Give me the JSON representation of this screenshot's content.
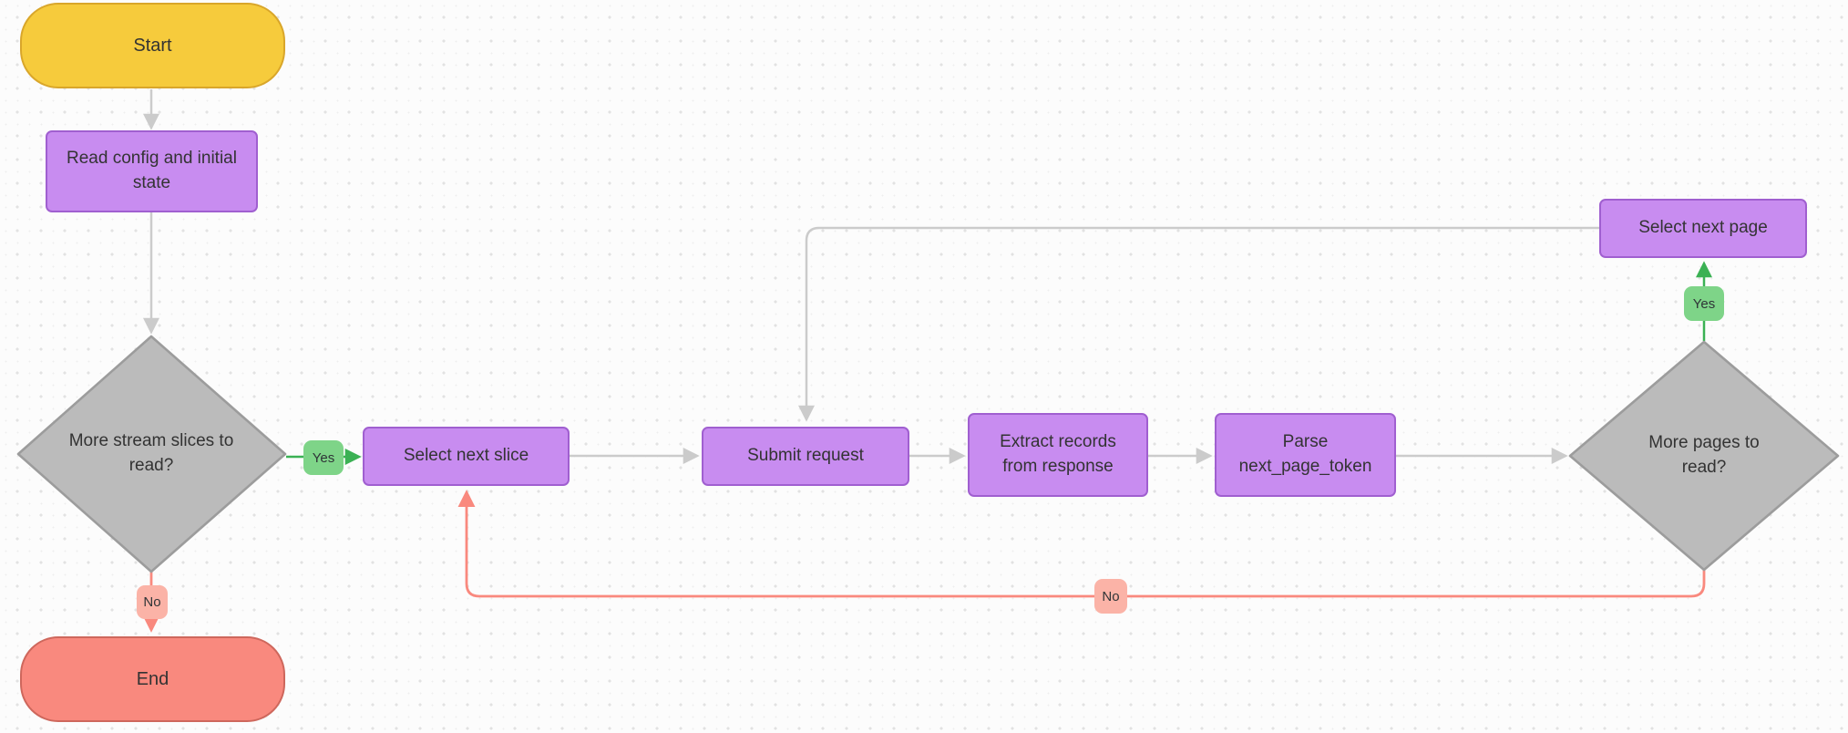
{
  "colors": {
    "background": "#FCFCFC",
    "grid_dot": "#E2E2E2",
    "grid_dot_fine": "#EEEEEE",
    "edge_gray": "#CBCBCB",
    "edge_green": "#3BB154",
    "edge_salmon": "#F9897E",
    "process_fill": "#C88CF0",
    "process_border": "#A05FD0",
    "decision_fill": "#BBBBBB",
    "decision_border": "#9C9C9C",
    "start_fill": "#F6CB3C",
    "start_border": "#D9A62A",
    "end_fill": "#F9897E",
    "end_border": "#CE675C",
    "yes_badge_fill": "#7ED488",
    "no_badge_fill": "#FBB3A7",
    "text": "#333333"
  },
  "nodes": {
    "start": {
      "label": "Start",
      "type": "terminal"
    },
    "read_config": {
      "label": "Read config and initial state",
      "type": "process"
    },
    "more_slices": {
      "label": "More stream slices to read?",
      "type": "decision"
    },
    "select_next_slice": {
      "label": "Select next slice",
      "type": "process"
    },
    "submit_request": {
      "label": "Submit request",
      "type": "process"
    },
    "extract_records": {
      "label": "Extract records from response",
      "type": "process"
    },
    "parse_next_page_token": {
      "label": "Parse next_page_token",
      "type": "process"
    },
    "more_pages": {
      "label": "More pages to read?",
      "type": "decision"
    },
    "select_next_page": {
      "label": "Select next page",
      "type": "process"
    },
    "end": {
      "label": "End",
      "type": "terminal"
    }
  },
  "edge_labels": {
    "more_slices_yes": "Yes",
    "more_slices_no": "No",
    "more_pages_yes": "Yes",
    "more_pages_no": "No"
  }
}
